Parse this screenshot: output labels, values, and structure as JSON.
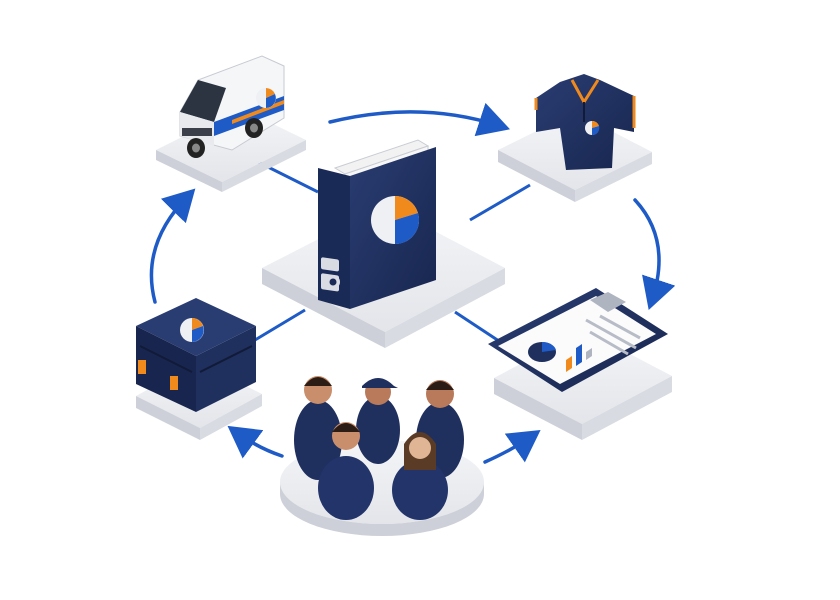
{
  "diagram": {
    "colors": {
      "navy": "#1f2f5e",
      "navy_dark": "#15234a",
      "accent_blue": "#1e5bc6",
      "orange": "#f08a1c",
      "platform": "#e9eaee",
      "platform_side": "#cdd0d8",
      "connector": "#1e5bc6",
      "arrow": "#1e5bc6"
    },
    "hub": {
      "icon": "brand-binder-icon"
    },
    "nodes": [
      {
        "id": "van",
        "icon": "delivery-van-icon"
      },
      {
        "id": "shirt",
        "icon": "polo-shirt-icon"
      },
      {
        "id": "clipboard",
        "icon": "report-clipboard-icon"
      },
      {
        "id": "team",
        "icon": "team-group-icon"
      },
      {
        "id": "case",
        "icon": "equipment-case-icon"
      }
    ],
    "cycle_direction": "clockwise"
  }
}
